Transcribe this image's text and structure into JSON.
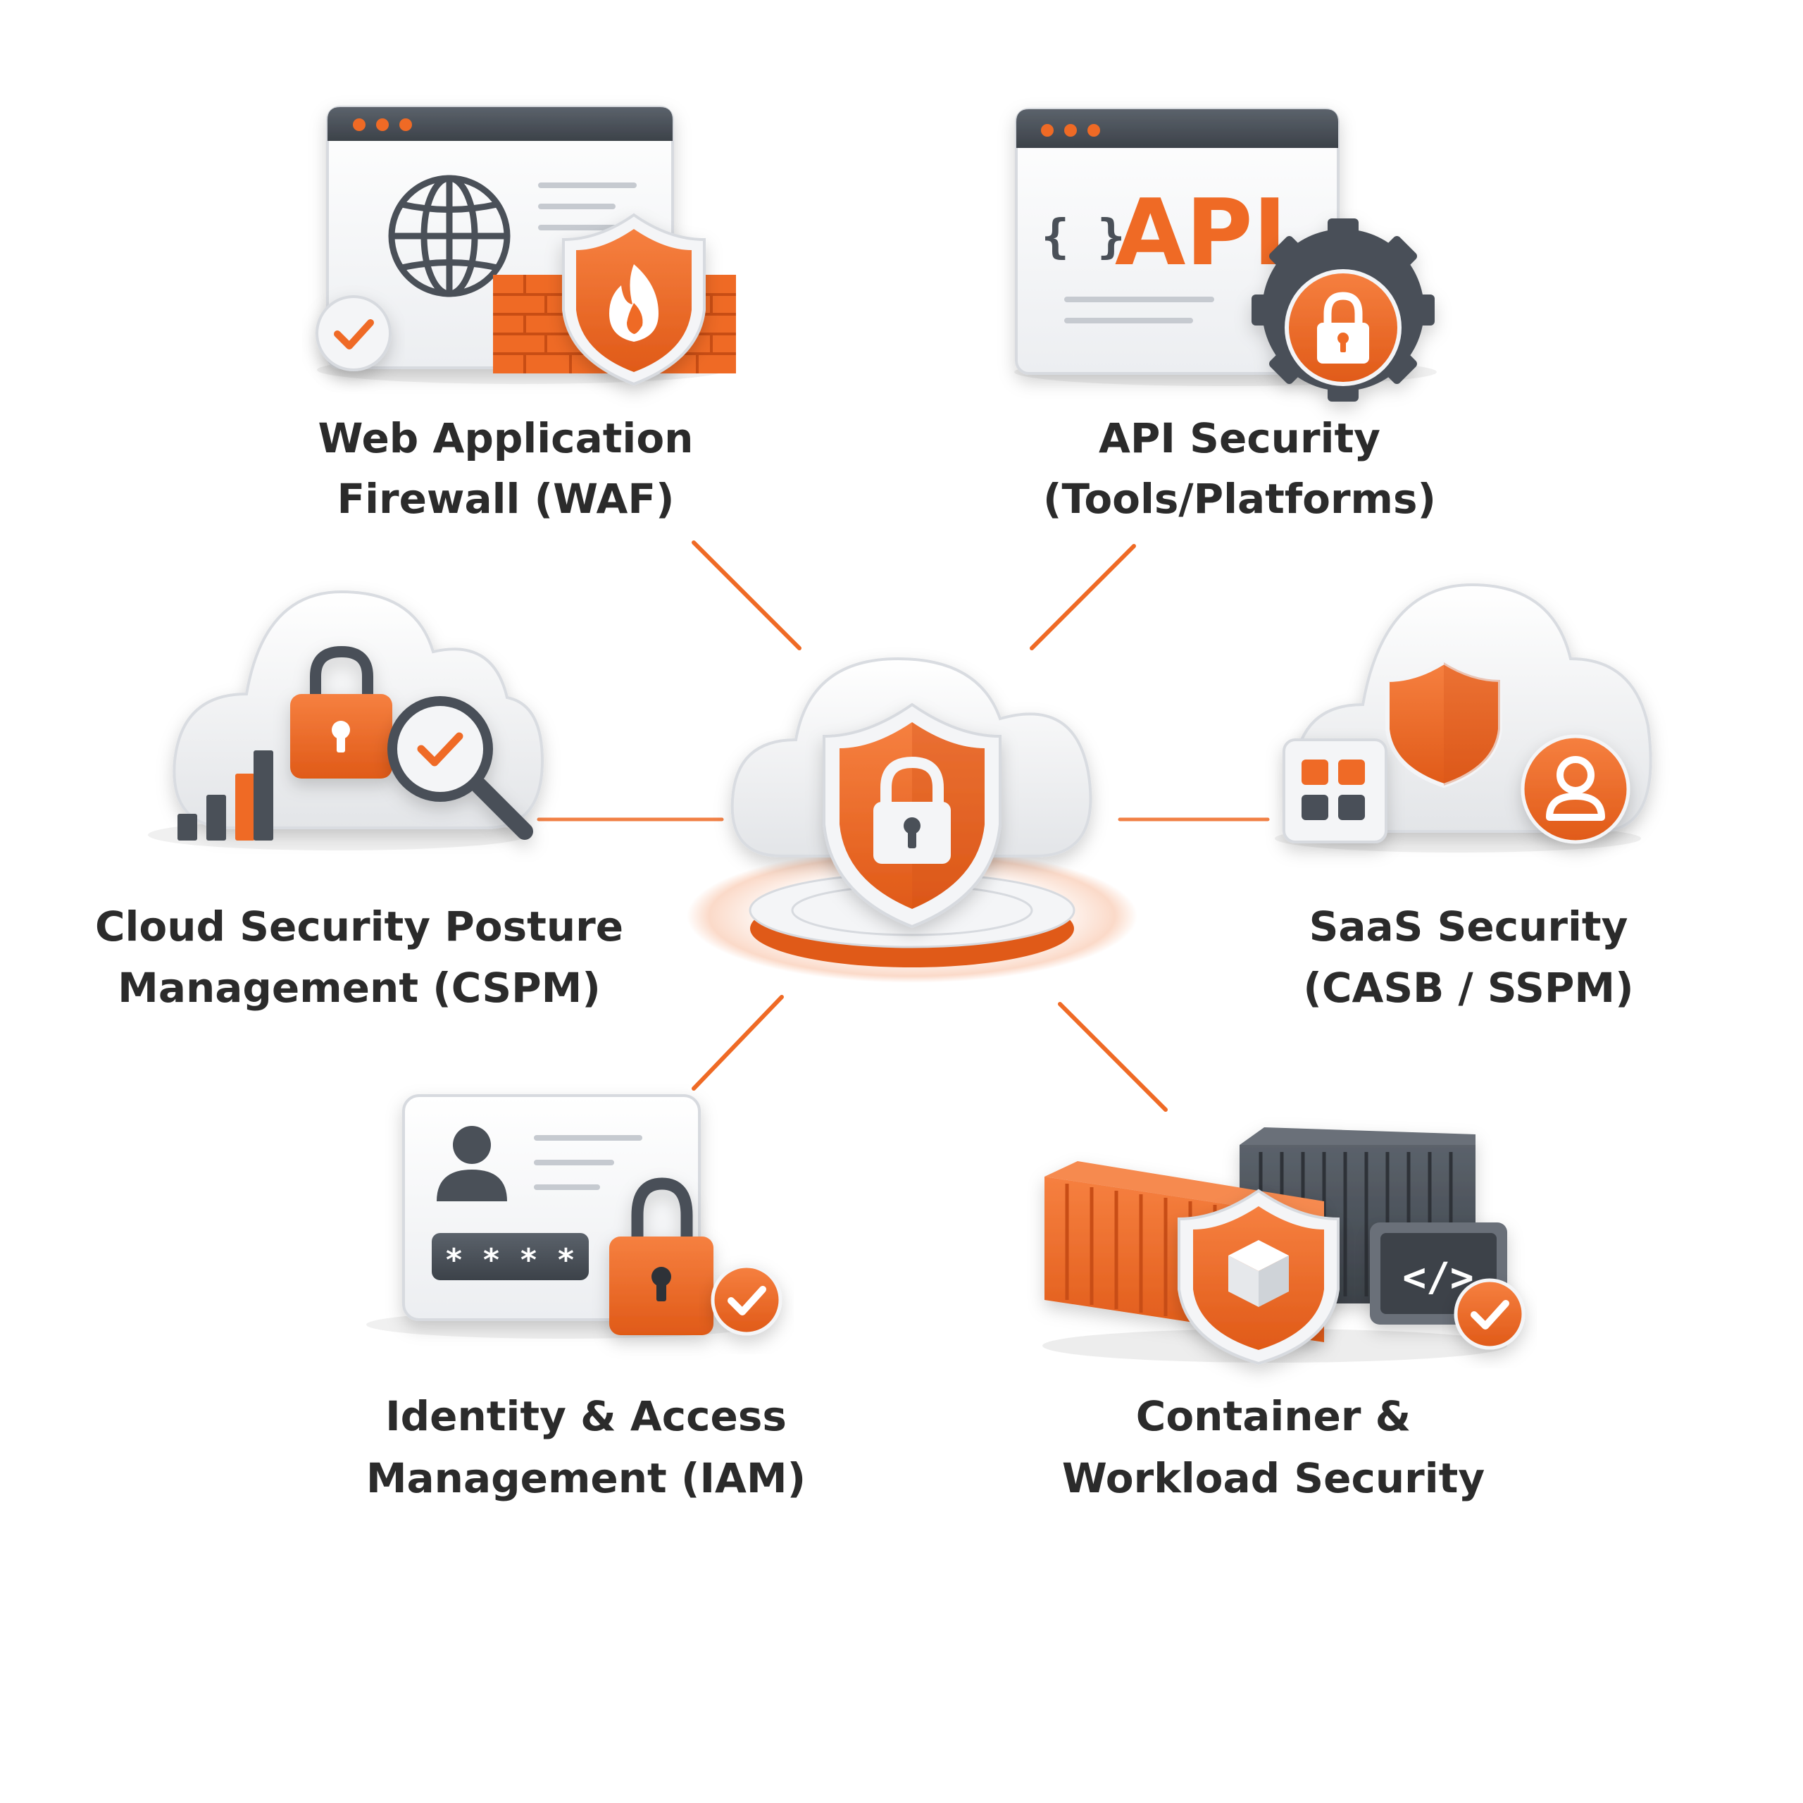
{
  "colors": {
    "accent": "#ef6a25",
    "accent_dark": "#d4531a",
    "dark": "#4a5058",
    "light": "#f2f3f5",
    "text": "#2b2b2b"
  },
  "hub": {
    "icon": "cloud-shield-lock-icon"
  },
  "nodes": [
    {
      "id": "waf",
      "icon": "browser-firewall-shield-icon",
      "line1": "Web Application",
      "line2": "Firewall (WAF)"
    },
    {
      "id": "api",
      "icon": "api-gear-lock-icon",
      "api_text": "API",
      "braces_text": "{ }",
      "line1": "API Security",
      "line2": "(Tools/Platforms)"
    },
    {
      "id": "cspm",
      "icon": "cloud-lock-magnifier-icon",
      "line1": "Cloud Security Posture",
      "line2": "Management (CSPM)"
    },
    {
      "id": "saas",
      "icon": "cloud-shield-apps-user-icon",
      "line1": "SaaS Security",
      "line2": "(CASB / SSPM)"
    },
    {
      "id": "iam",
      "icon": "id-card-password-lock-icon",
      "password_mask": "* * * *",
      "line1": "Identity & Access",
      "line2": "Management (IAM)"
    },
    {
      "id": "container",
      "icon": "containers-shield-code-icon",
      "code_text": "</>",
      "line1": "Container &",
      "line2": "Workload Security"
    }
  ]
}
